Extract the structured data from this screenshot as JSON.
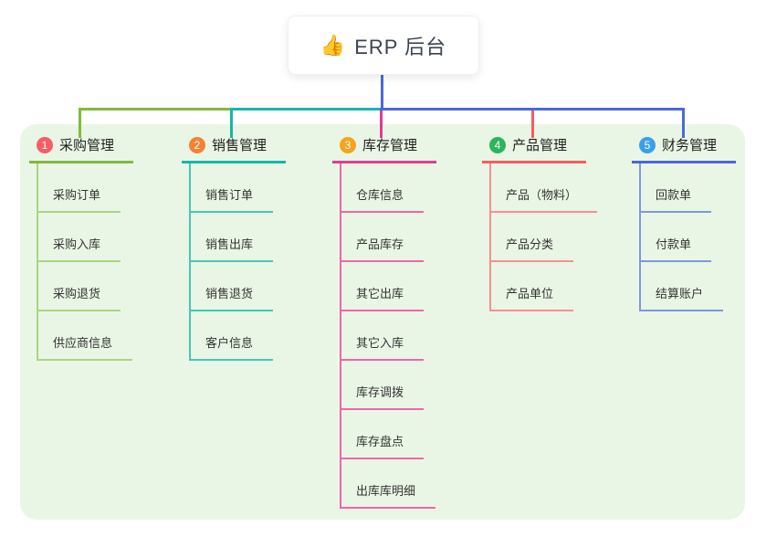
{
  "root": {
    "icon": "👍",
    "label": "ERP 后台",
    "line_color": "#4968db"
  },
  "panel_color": "#eaf6e5",
  "branches": [
    {
      "num": "1",
      "label": "采购管理",
      "badge_color": "#f75c67",
      "line_color": "#7fba3d",
      "child_line_color": "#a9d584",
      "children": [
        "采购订单",
        "采购入库",
        "采购退货",
        "供应商信息"
      ]
    },
    {
      "num": "2",
      "label": "销售管理",
      "badge_color": "#f58138",
      "line_color": "#14b8a8",
      "child_line_color": "#43c8ba",
      "children": [
        "销售订单",
        "销售出库",
        "销售退货",
        "客户信息"
      ]
    },
    {
      "num": "3",
      "label": "库存管理",
      "badge_color": "#f6a41b",
      "line_color": "#e23b93",
      "child_line_color": "#ee66ab",
      "children": [
        "仓库信息",
        "产品库存",
        "其它出库",
        "其它入库",
        "库存调拨",
        "库存盘点",
        "出库库明细"
      ]
    },
    {
      "num": "4",
      "label": "产品管理",
      "badge_color": "#2cb65c",
      "line_color": "#f75d5d",
      "child_line_color": "#f98f8f",
      "children": [
        "产品（物料）",
        "产品分类",
        "产品单位"
      ]
    },
    {
      "num": "5",
      "label": "财务管理",
      "badge_color": "#3aa0e9",
      "line_color": "#4968db",
      "child_line_color": "#7d97e3",
      "children": [
        "回款单",
        "付款单",
        "结算账户"
      ]
    }
  ]
}
